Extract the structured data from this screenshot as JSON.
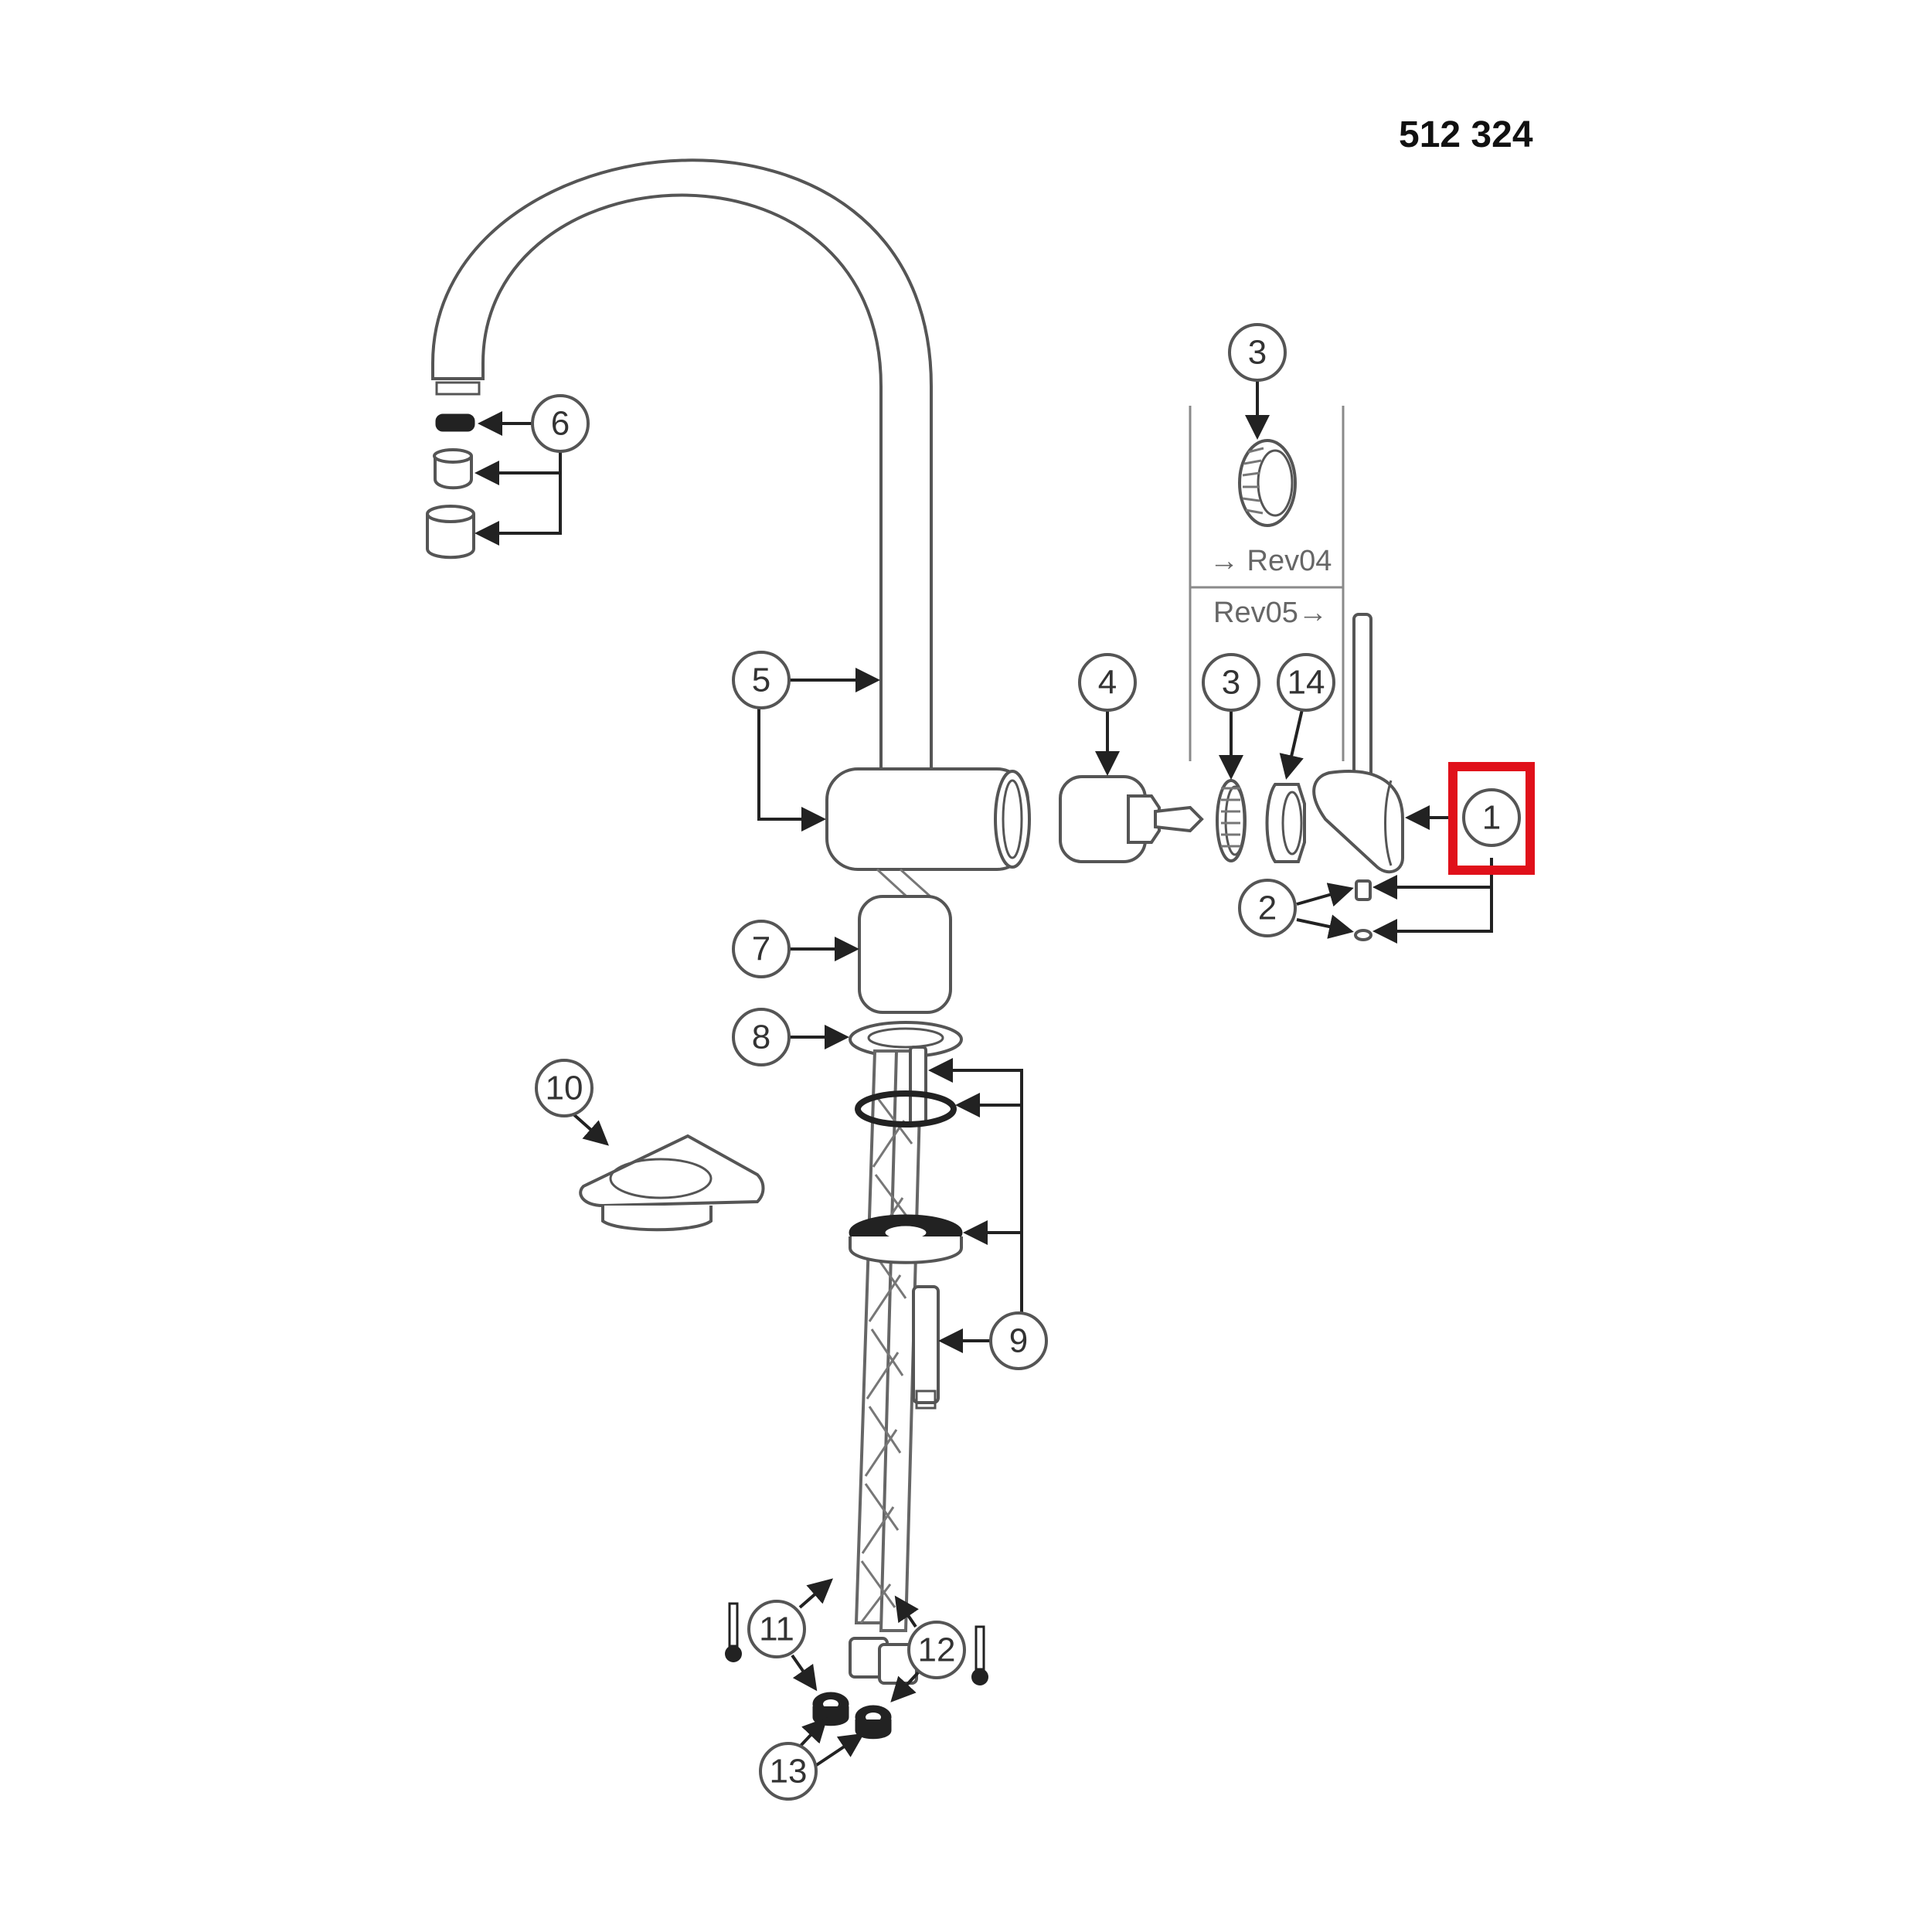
{
  "drawing": {
    "number": "512 324",
    "rev_old": "→ Rev04",
    "rev_new": "Rev05→",
    "highlight_color": "#e0101a"
  },
  "callouts": [
    {
      "id": "1",
      "label": "1",
      "highlighted": true
    },
    {
      "id": "2",
      "label": "2"
    },
    {
      "id": "3a",
      "label": "3"
    },
    {
      "id": "3b",
      "label": "3"
    },
    {
      "id": "4",
      "label": "4"
    },
    {
      "id": "5",
      "label": "5"
    },
    {
      "id": "6",
      "label": "6"
    },
    {
      "id": "7",
      "label": "7"
    },
    {
      "id": "8",
      "label": "8"
    },
    {
      "id": "9",
      "label": "9"
    },
    {
      "id": "10",
      "label": "10"
    },
    {
      "id": "11",
      "label": "11"
    },
    {
      "id": "12",
      "label": "12"
    },
    {
      "id": "13",
      "label": "13"
    },
    {
      "id": "14",
      "label": "14"
    }
  ]
}
